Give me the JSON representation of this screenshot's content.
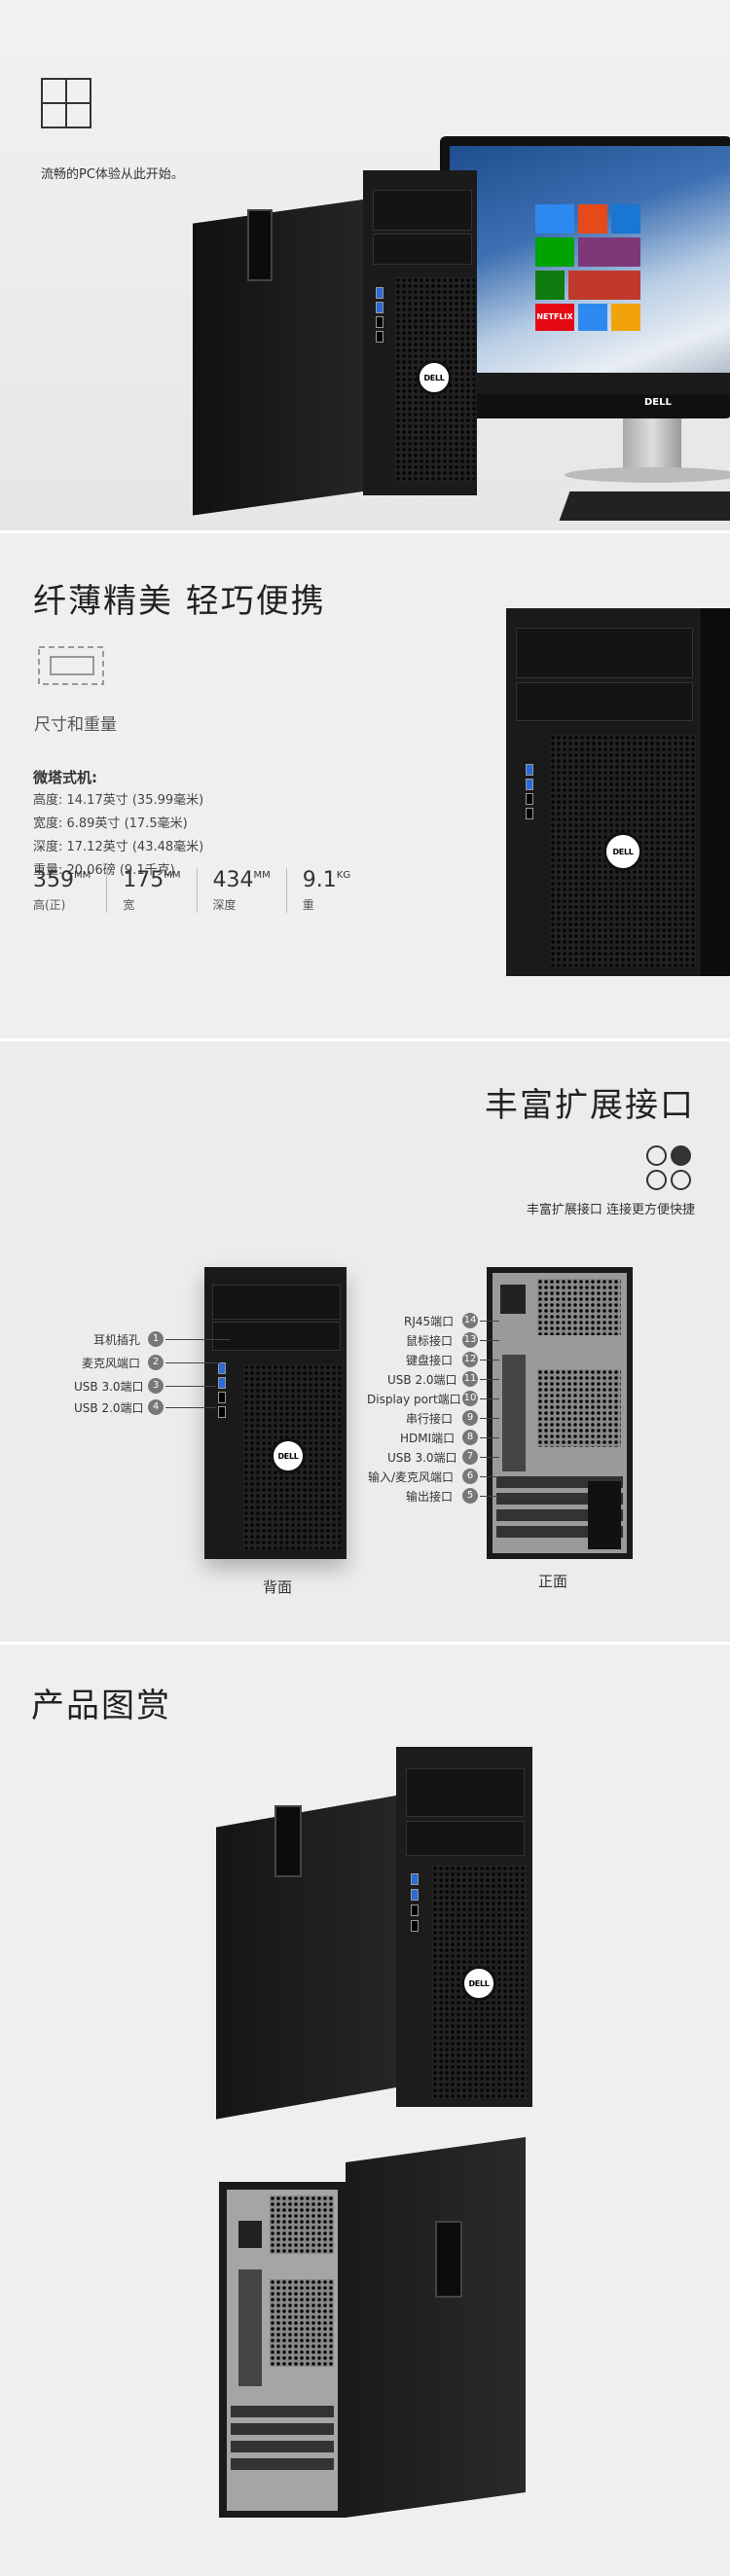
{
  "hero": {
    "tagline": "流畅的PC体验从此开始。",
    "logo_alt": "DELL",
    "tiles": {
      "netflix": "NETFLIX"
    }
  },
  "size": {
    "title": "纤薄精美  轻巧便携",
    "subtitle": "尺寸和重量",
    "model": "微塔式机:",
    "specs": [
      "高度: 14.17英寸 (35.99毫米)",
      "宽度: 6.89英寸 (17.5毫米)",
      "深度: 17.12英寸 (43.48毫米)",
      "重量: 20.06磅 (9.1千克)"
    ],
    "dims": [
      {
        "value": "359",
        "unit": "MM",
        "label": "高(正)"
      },
      {
        "value": "175",
        "unit": "MM",
        "label": "宽"
      },
      {
        "value": "434",
        "unit": "MM",
        "label": "深度"
      },
      {
        "value": "9.1",
        "unit": "KG",
        "label": "重"
      }
    ]
  },
  "ports": {
    "title": "丰富扩展接口",
    "subtitle": "丰富扩展接口 连接更方便快捷",
    "front": [
      {
        "n": "1",
        "label": "耳机插孔"
      },
      {
        "n": "2",
        "label": "麦克风端口"
      },
      {
        "n": "3",
        "label": "USB 3.0端口"
      },
      {
        "n": "4",
        "label": "USB 2.0端口"
      }
    ],
    "back": [
      {
        "n": "14",
        "label": "RJ45端口"
      },
      {
        "n": "13",
        "label": "鼠标接口"
      },
      {
        "n": "12",
        "label": "键盘接口"
      },
      {
        "n": "11",
        "label": "USB 2.0端口"
      },
      {
        "n": "10",
        "label": "Display port端口"
      },
      {
        "n": "9",
        "label": "串行接口"
      },
      {
        "n": "8",
        "label": "HDMI端口"
      },
      {
        "n": "7",
        "label": "USB 3.0端口"
      },
      {
        "n": "6",
        "label": "输入/麦克风端口"
      },
      {
        "n": "5",
        "label": "输出接口"
      }
    ],
    "caption_front": "背面",
    "caption_back": "正面"
  },
  "gallery": {
    "title": "产品图赏"
  }
}
